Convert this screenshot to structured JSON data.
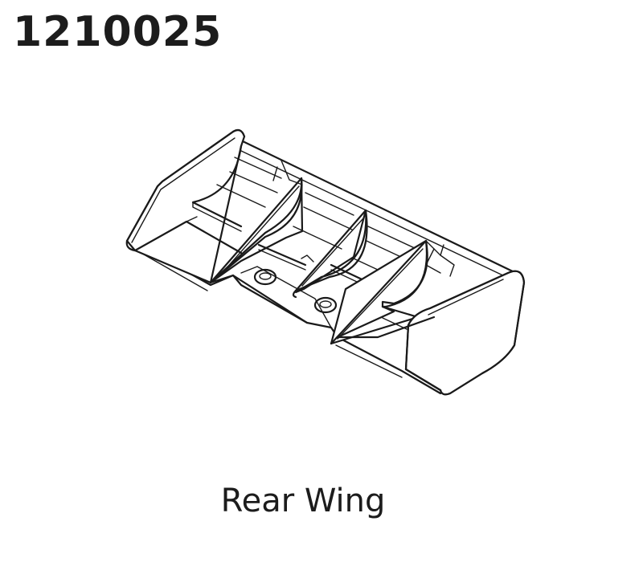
{
  "part": {
    "number": "1210025",
    "name": "Rear Wing"
  },
  "illustration": {
    "subject": "rear-wing-line-drawing",
    "features": [
      "left-end-plate",
      "right-end-plate",
      "center-fin-left",
      "center-fin-middle",
      "center-fin-right",
      "mounting-hole-left",
      "mounting-hole-right",
      "mounting-base"
    ],
    "stroke_color": "#1a1a1a",
    "background_color": "#ffffff"
  }
}
